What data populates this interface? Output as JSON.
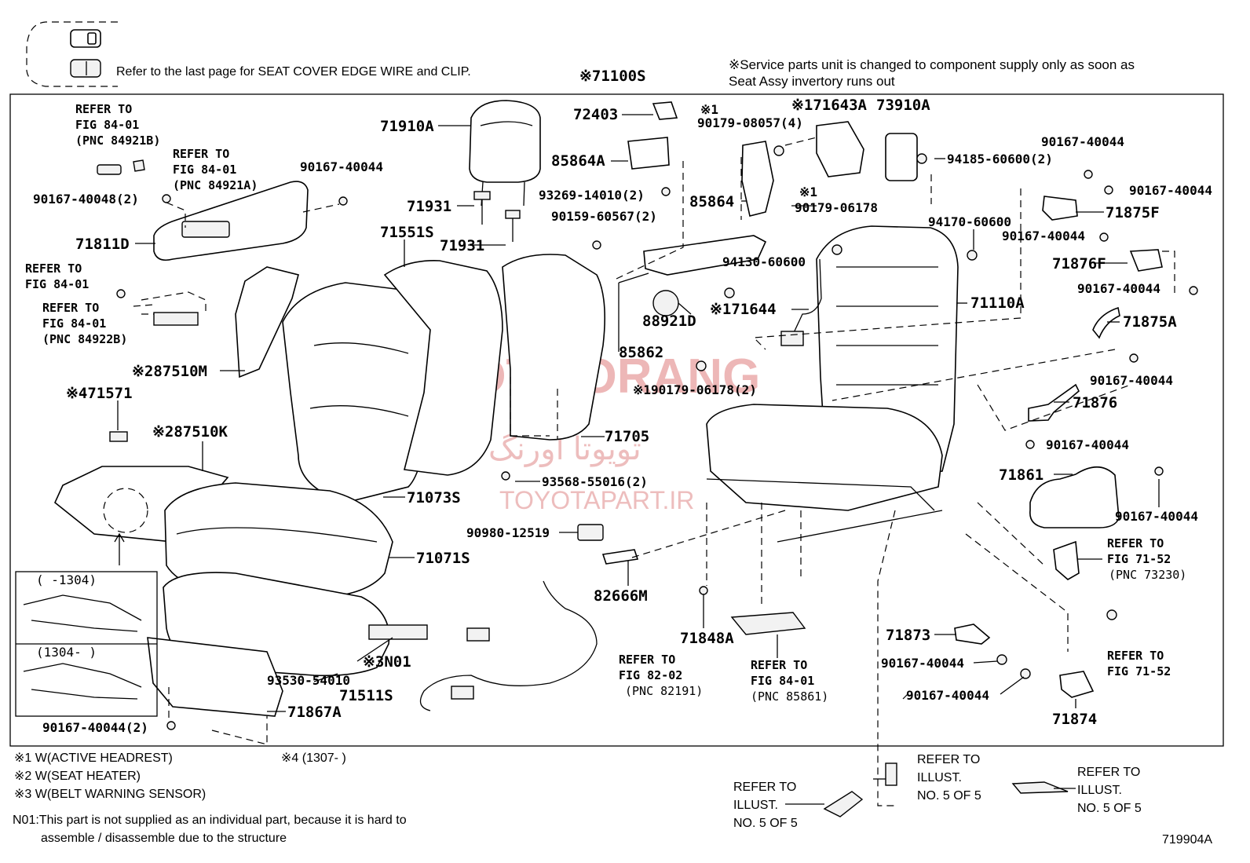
{
  "header": {
    "note_refer": "Refer to the last page for SEAT COVER EDGE WIRE and CLIP.",
    "assy_label": "※71100S",
    "service_note_line1": "※Service parts unit is changed to component supply only as soon as",
    "service_note_line2": "Seat Assy invertory runs out"
  },
  "watermark": {
    "main": "TOYOTA ORANG",
    "persian": "تویوتا اورنگ",
    "url": "TOYOTAPART.IR"
  },
  "labels": [
    {
      "id": "p71910A",
      "text": "71910A",
      "size": "b"
    },
    {
      "id": "p72403",
      "text": "72403",
      "size": "b"
    },
    {
      "id": "p85864A",
      "text": "85864A",
      "size": "b"
    },
    {
      "id": "p93269",
      "text": "93269-14010(2)",
      "size": "n"
    },
    {
      "id": "p90159",
      "text": "90159-60567(2)",
      "size": "n"
    },
    {
      "id": "p85864",
      "text": "85864",
      "size": "b"
    },
    {
      "id": "pX1a",
      "text": "※1",
      "size": "n"
    },
    {
      "id": "p90179_08057",
      "text": "90179-08057(4)",
      "size": "n"
    },
    {
      "id": "p71643A",
      "text": "※171643A",
      "size": "b"
    },
    {
      "id": "p73910A",
      "text": "73910A",
      "size": "b"
    },
    {
      "id": "p94185",
      "text": "94185-60600(2)",
      "size": "n"
    },
    {
      "id": "pX1b",
      "text": "※1",
      "size": "n"
    },
    {
      "id": "p90179_06178",
      "text": "90179-06178",
      "size": "n"
    },
    {
      "id": "p94170",
      "text": "94170-60600",
      "size": "n"
    },
    {
      "id": "p94130",
      "text": "94130-60600",
      "size": "n"
    },
    {
      "id": "p71644",
      "text": "※171644",
      "size": "b"
    },
    {
      "id": "p88921D",
      "text": "88921D",
      "size": "b"
    },
    {
      "id": "p85862",
      "text": "85862",
      "size": "b"
    },
    {
      "id": "p90179_2",
      "text": "※190179-06178(2)",
      "size": "n"
    },
    {
      "id": "p71110A",
      "text": "71110A",
      "size": "b"
    },
    {
      "id": "p90167_r1",
      "text": "90167-40044",
      "size": "n"
    },
    {
      "id": "p90167_r2",
      "text": "90167-40044",
      "size": "n"
    },
    {
      "id": "p71875F",
      "text": "71875F",
      "size": "b"
    },
    {
      "id": "p90167_r3",
      "text": "90167-40044",
      "size": "n"
    },
    {
      "id": "p71876F",
      "text": "71876F",
      "size": "b"
    },
    {
      "id": "p90167_r4",
      "text": "90167-40044",
      "size": "n"
    },
    {
      "id": "p71875A",
      "text": "71875A",
      "size": "b"
    },
    {
      "id": "p90167_r5",
      "text": "90167-40044",
      "size": "n"
    },
    {
      "id": "p71876",
      "text": "71876",
      "size": "b"
    },
    {
      "id": "p90167_r6",
      "text": "90167-40044",
      "size": "n"
    },
    {
      "id": "p71861",
      "text": "71861",
      "size": "b"
    },
    {
      "id": "p90167_r7",
      "text": "90167-40044",
      "size": "n"
    },
    {
      "id": "p71931a",
      "text": "71931",
      "size": "b"
    },
    {
      "id": "p71931b",
      "text": "71931",
      "size": "b"
    },
    {
      "id": "p71551S",
      "text": "71551S",
      "size": "b"
    },
    {
      "id": "p71811D",
      "text": "71811D",
      "size": "b"
    },
    {
      "id": "p90167_l1",
      "text": "90167-40044",
      "size": "n"
    },
    {
      "id": "p90167_40048",
      "text": "90167-40048(2)",
      "size": "n"
    },
    {
      "id": "p87510M",
      "text": "※287510M",
      "size": "b"
    },
    {
      "id": "p71571",
      "text": "※471571",
      "size": "b"
    },
    {
      "id": "p87510K",
      "text": "※287510K",
      "size": "b"
    },
    {
      "id": "p71705",
      "text": "71705",
      "size": "b"
    },
    {
      "id": "p93568",
      "text": "93568-55016(2)",
      "size": "n"
    },
    {
      "id": "p71073S",
      "text": "71073S",
      "size": "b"
    },
    {
      "id": "p90980",
      "text": "90980-12519",
      "size": "n"
    },
    {
      "id": "p71071S",
      "text": "71071S",
      "size": "b"
    },
    {
      "id": "p82666M",
      "text": "82666M",
      "size": "b"
    },
    {
      "id": "p71848A",
      "text": "71848A",
      "size": "b"
    },
    {
      "id": "pN01",
      "text": "※3N01",
      "size": "b"
    },
    {
      "id": "p93530",
      "text": "93530-54010",
      "size": "n"
    },
    {
      "id": "p71511S",
      "text": "71511S",
      "size": "b"
    },
    {
      "id": "p71867A",
      "text": "71867A",
      "size": "b"
    },
    {
      "id": "p90167_l2",
      "text": "90167-40044(2)",
      "size": "n"
    },
    {
      "id": "p71873",
      "text": "71873",
      "size": "b"
    },
    {
      "id": "p90167_b1",
      "text": "90167-40044",
      "size": "n"
    },
    {
      "id": "p90167_b2",
      "text": "90167-40044",
      "size": "n"
    },
    {
      "id": "p71874",
      "text": "71874",
      "size": "b"
    },
    {
      "id": "pInset1",
      "text": "(      -1304)",
      "size": "n"
    },
    {
      "id": "pInset2",
      "text": "(1304-      )",
      "size": "n"
    }
  ],
  "refs": [
    {
      "id": "r84921B",
      "lines": [
        "REFER TO",
        "FIG 84-01",
        "(PNC 84921B)"
      ]
    },
    {
      "id": "r84921A",
      "lines": [
        "REFER TO",
        "FIG 84-01",
        "(PNC 84921A)"
      ]
    },
    {
      "id": "r8401",
      "lines": [
        "REFER TO",
        "FIG 84-01"
      ]
    },
    {
      "id": "r84922B",
      "lines": [
        "REFER TO",
        "FIG 84-01",
        "(PNC 84922B)"
      ]
    },
    {
      "id": "r82191",
      "lines": [
        "REFER TO",
        "FIG 82-02",
        "(PNC 82191)"
      ]
    },
    {
      "id": "r85861",
      "lines": [
        "REFER TO",
        "FIG 84-01",
        "(PNC 85861)"
      ]
    },
    {
      "id": "r73230",
      "lines": [
        "REFER TO",
        "FIG 71-52",
        "(PNC 73230)"
      ]
    },
    {
      "id": "r7152",
      "lines": [
        "REFER TO",
        "FIG 71-52"
      ]
    }
  ],
  "bottom_refs": [
    {
      "id": "br1",
      "lines": [
        "REFER TO",
        "ILLUST.",
        "NO. 5 OF 5"
      ]
    },
    {
      "id": "br2",
      "lines": [
        "REFER TO",
        "ILLUST.",
        "NO. 5 OF 5"
      ]
    },
    {
      "id": "br3",
      "lines": [
        "REFER TO",
        "ILLUST.",
        "NO. 5 OF 5"
      ]
    }
  ],
  "legend": [
    "※1 W(ACTIVE HEADREST)",
    "※2 W(SEAT HEATER)",
    "※3 W(BELT WARNING SENSOR)"
  ],
  "legend4": "※4 (1307-       )",
  "footnote_line1": "N01:This part is not supplied as an individual part, because it is hard to",
  "footnote_line2": "assemble / disassemble due to the structure",
  "figure_id": "719904A"
}
